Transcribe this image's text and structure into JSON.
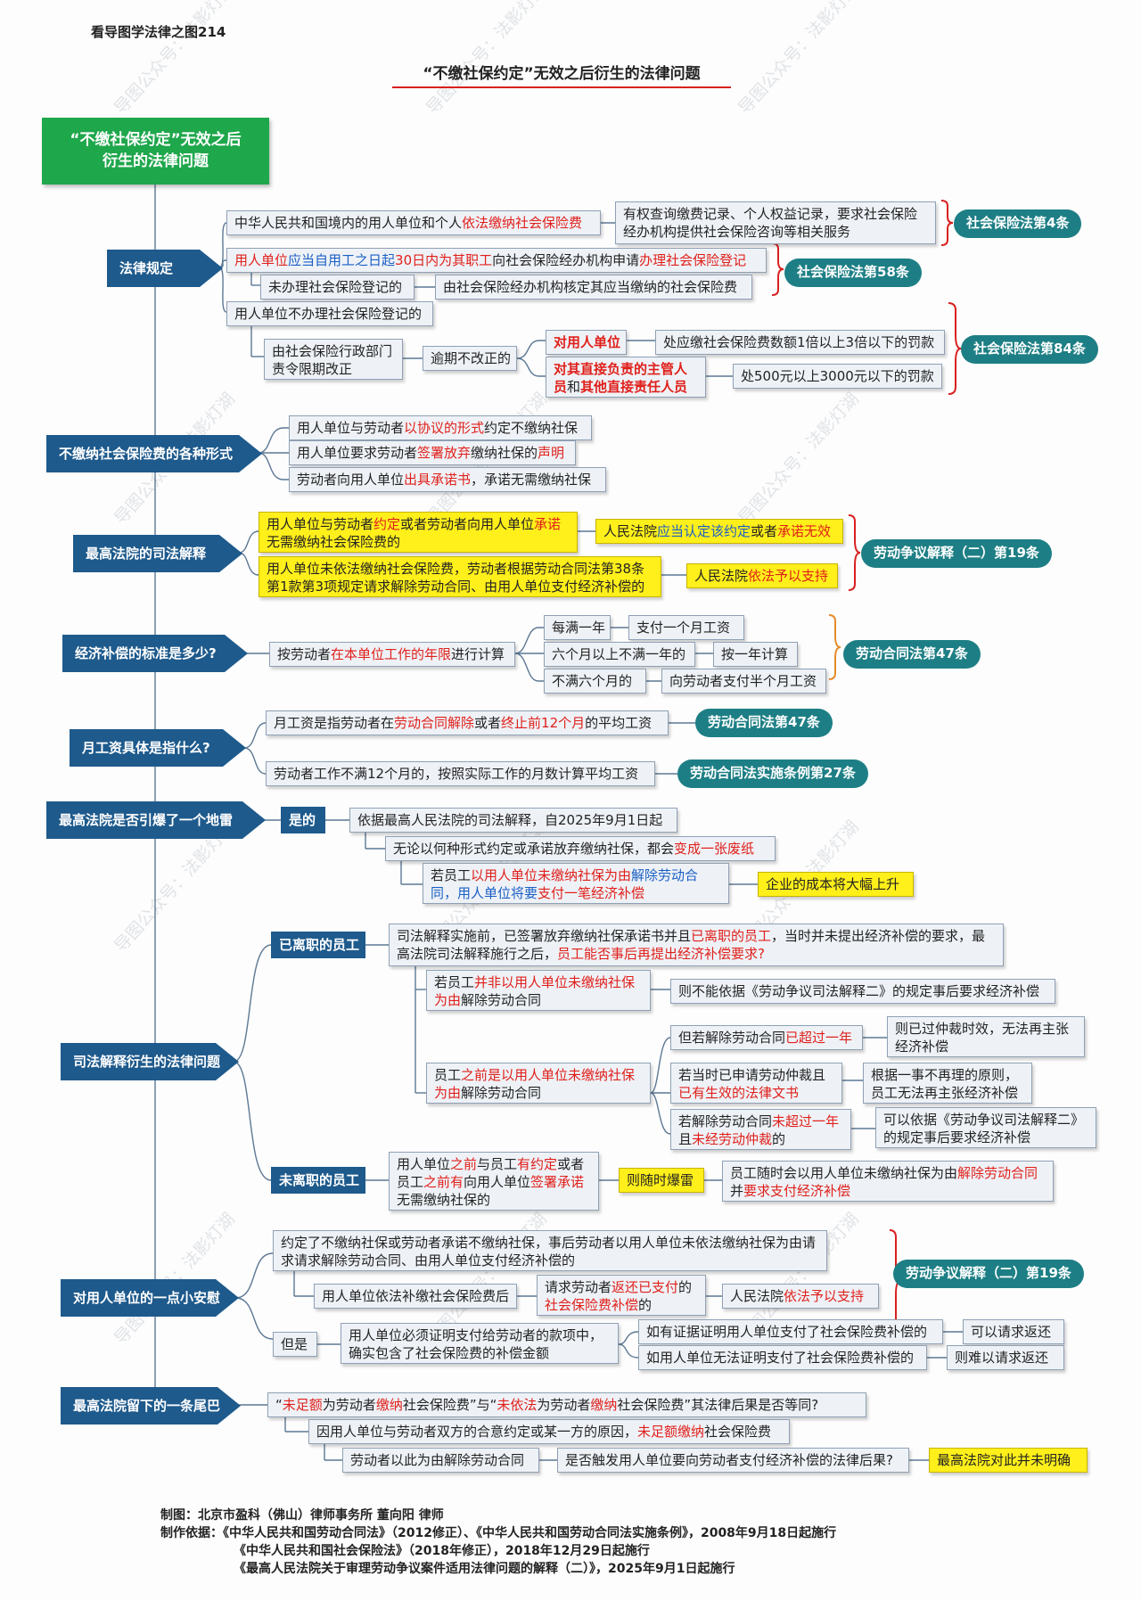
{
  "header": {
    "series": "看导图学法律之图214",
    "title": "“不缴社保约定”无效之后衍生的法律问题"
  },
  "root": {
    "label": "“不缴社保约定”无效之后衍生的法律问题"
  },
  "watermark": "导图公众号：法影灯湖",
  "colors": {
    "category": "#1e5a8c",
    "citation": "#1d7f85",
    "root": "#1fa74c",
    "highlight": "#ffef1a",
    "emphasis": "#e0201b",
    "link": "#1b5fc4"
  },
  "sec1": {
    "cat": "法律规定",
    "n1": "中华人民共和国境内的用人单位和个人依法缴纳社会保险费",
    "n2": "有权查询缴费记录、个人权益记录，要求社会保险经办机构提供社会保险咨询等相关服务",
    "c1": "社会保险法第4条",
    "n3": "用人单位应当自用工之日起30日内为其职工向社会保险经办机构申请办理社会保险登记",
    "n4": "未办理社会保险登记的",
    "n5": "由社会保险经办机构核定其应当缴纳的社会保险费",
    "c2": "社会保险法第58条",
    "n6": "用人单位不办理社会保险登记的",
    "n7": "由社会保险行政部门责令限期改正",
    "n8": "逾期不改正的",
    "n9": "对用人单位",
    "n10": "处应缴社会保险费数额1倍以上3倍以下的罚款",
    "n11": "对其直接负责的主管人员和其他直接责任人员",
    "n12": "处500元以上3000元以下的罚款",
    "c3": "社会保险法第84条"
  },
  "sec2": {
    "cat": "不缴纳社会保险费的各种形式",
    "items": [
      "用人单位与劳动者以协议的形式约定不缴纳社保",
      "用人单位要求劳动者签署放弃缴纳社保的声明",
      "劳动者向用人单位出具承诺书，承诺无需缴纳社保"
    ]
  },
  "sec3": {
    "cat": "最高法院的司法解释",
    "n1": "用人单位与劳动者约定或者劳动者向用人单位承诺无需缴纳社会保险费的",
    "n2": "人民法院应当认定该约定或者承诺无效",
    "n3": "用人单位未依法缴纳社会保险费，劳动者根据劳动合同法第38条第1款第3项规定请求解除劳动合同、由用人单位支付经济补偿的",
    "n4": "人民法院依法予以支持",
    "c1": "劳动争议解释（二）第19条"
  },
  "sec4": {
    "cat": "经济补偿的标准是多少?",
    "n1": "按劳动者在本单位工作的年限进行计算",
    "rows": [
      {
        "k": "每满一年",
        "v": "支付一个月工资"
      },
      {
        "k": "六个月以上不满一年的",
        "v": "按一年计算"
      },
      {
        "k": "不满六个月的",
        "v": "向劳动者支付半个月工资"
      }
    ],
    "c1": "劳动合同法第47条"
  },
  "sec5": {
    "cat": "月工资具体是指什么?",
    "n1": "月工资是指劳动者在劳动合同解除或者终止前12个月的平均工资",
    "c1": "劳动合同法第47条",
    "n2": "劳动者工作不满12个月的，按照实际工作的月数计算平均工资",
    "c2": "劳动合同法实施条例第27条"
  },
  "sec6": {
    "cat": "最高法院是否引爆了一个地雷",
    "yes": "是的",
    "n1": "依据最高人民法院的司法解释，自2025年9月1日起",
    "n2": "无论以何种形式约定或承诺放弃缴纳社保，都会变成一张废纸",
    "n3": "若员工以用人单位未缴纳社保为由解除劳动合同，用人单位将要支付一笔经济补偿",
    "n4": "企业的成本将大幅上升"
  },
  "sec7": {
    "cat": "司法解释衍生的法律问题",
    "left": "已离职的员工",
    "q": "司法解释实施前，已签署放弃缴纳社保承诺书并且已离职的员工，当时并未提出经济补偿的要求，最高法院司法解释施行之后，员工能否事后再提出经济补偿要求?",
    "a1": "若员工并非以用人单位未缴纳社保为由解除劳动合同",
    "a1r": "则不能依据《劳动争议司法解释二》的规定事后要求经济补偿",
    "a2": "员工之前是以用人单位未缴纳社保为由解除劳动合同",
    "b1": "但若解除劳动合同已超过一年",
    "b1r": "则已过仲裁时效，无法再主张经济补偿",
    "b2": "若当时已申请劳动仲裁且已有生效的法律文书",
    "b2r": "根据一事不再理的原则，员工无法再主张经济补偿",
    "b3": "若解除劳动合同未超过一年且未经劳动仲裁的",
    "b3r": "可以依据《劳动争议司法解释二》的规定事后要求经济补偿",
    "right": "未离职的员工",
    "r1": "用人单位之前与员工有约定或者员工之前有向用人单位签署承诺无需缴纳社保的",
    "r2": "则随时爆雷",
    "r3": "员工随时会以用人单位未缴纳社保为由解除劳动合同并要求支付经济补偿"
  },
  "sec8": {
    "cat": "对用人单位的一点小安慰",
    "n1": "约定了不缴纳社保或劳动者承诺不缴纳社保，事后劳动者以用人单位未依法缴纳社保为由请求请求解除劳动合同、由用人单位支付经济补偿的",
    "n2": "用人单位依法补缴社会保险费后",
    "n3": "请求劳动者返还已支付的社会保险费补偿的",
    "n4": "人民法院依法予以支持",
    "c1": "劳动争议解释（二）第19条",
    "but": "但是",
    "n5": "用人单位必须证明支付给劳动者的款项中，确实包含了社会保险费的补偿金额",
    "n6": "如有证据证明用人单位支付了社会保险费补偿的",
    "n6r": "可以请求返还",
    "n7": "如用人单位无法证明支付了社会保险费补偿的",
    "n7r": "则难以请求返还"
  },
  "sec9": {
    "cat": "最高法院留下的一条尾巴",
    "n1": "“未足额为劳动者缴纳社会保险费”与“未依法为劳动者缴纳社会保险费”其法律后果是否等同?",
    "n2": "因用人单位与劳动者双方的合意约定或某一方的原因，未足额缴纳社会保险费",
    "n3": "劳动者以此为由解除劳动合同",
    "n4": "是否触发用人单位要向劳动者支付经济补偿的法律后果?",
    "n5": "最高法院对此并未明确"
  },
  "footer": {
    "maker": "制图：北京市盈科（佛山）律师事务所  董向阳 律师",
    "basis1": "制作依据：《中华人民共和国劳动合同法》（2012修正）、《中华人民共和国劳动合同法实施条例》，2008年9月18日起施行",
    "basis2": "《中华人民共和国社会保险法》（2018年修正），2018年12月29日起施行",
    "basis3": "《最高人民法院关于审理劳动争议案件适用法律问题的解释（二）》，2025年9月1日起施行"
  }
}
